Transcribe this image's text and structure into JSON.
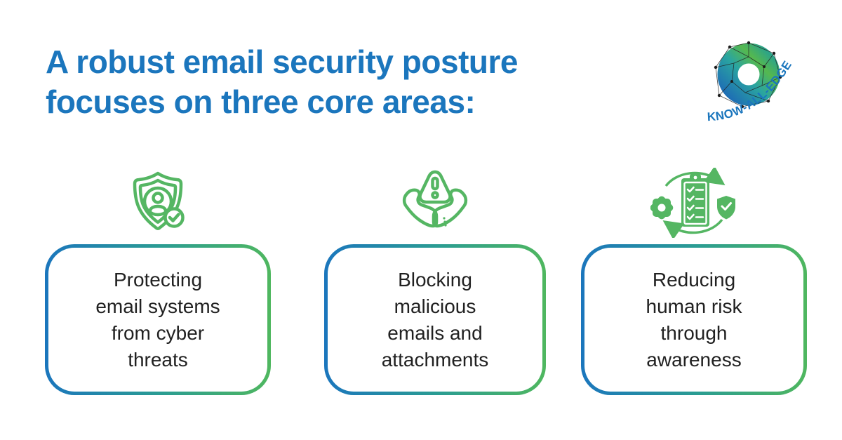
{
  "header": {
    "title_line1": "A robust email security posture",
    "title_line2": "focuses on three core areas:"
  },
  "logo": {
    "text": "KNOW-ALL-EDGE"
  },
  "colors": {
    "title_blue": "#1b76bd",
    "gradient_blue": "#1b76bd",
    "gradient_green": "#4fb75f",
    "icon_green": "#55b663",
    "card_text": "#212121",
    "background": "#ffffff"
  },
  "cards": [
    {
      "icon": "shield-user-verified-icon",
      "lines": [
        "Protecting",
        "email systems",
        "from cyber",
        "threats"
      ]
    },
    {
      "icon": "hands-warning-icon",
      "lines": [
        "Blocking",
        "malicious",
        "emails and",
        "attachments"
      ]
    },
    {
      "icon": "checklist-gear-shield-icon",
      "lines": [
        "Reducing",
        "human risk",
        "through",
        "awareness"
      ]
    }
  ]
}
